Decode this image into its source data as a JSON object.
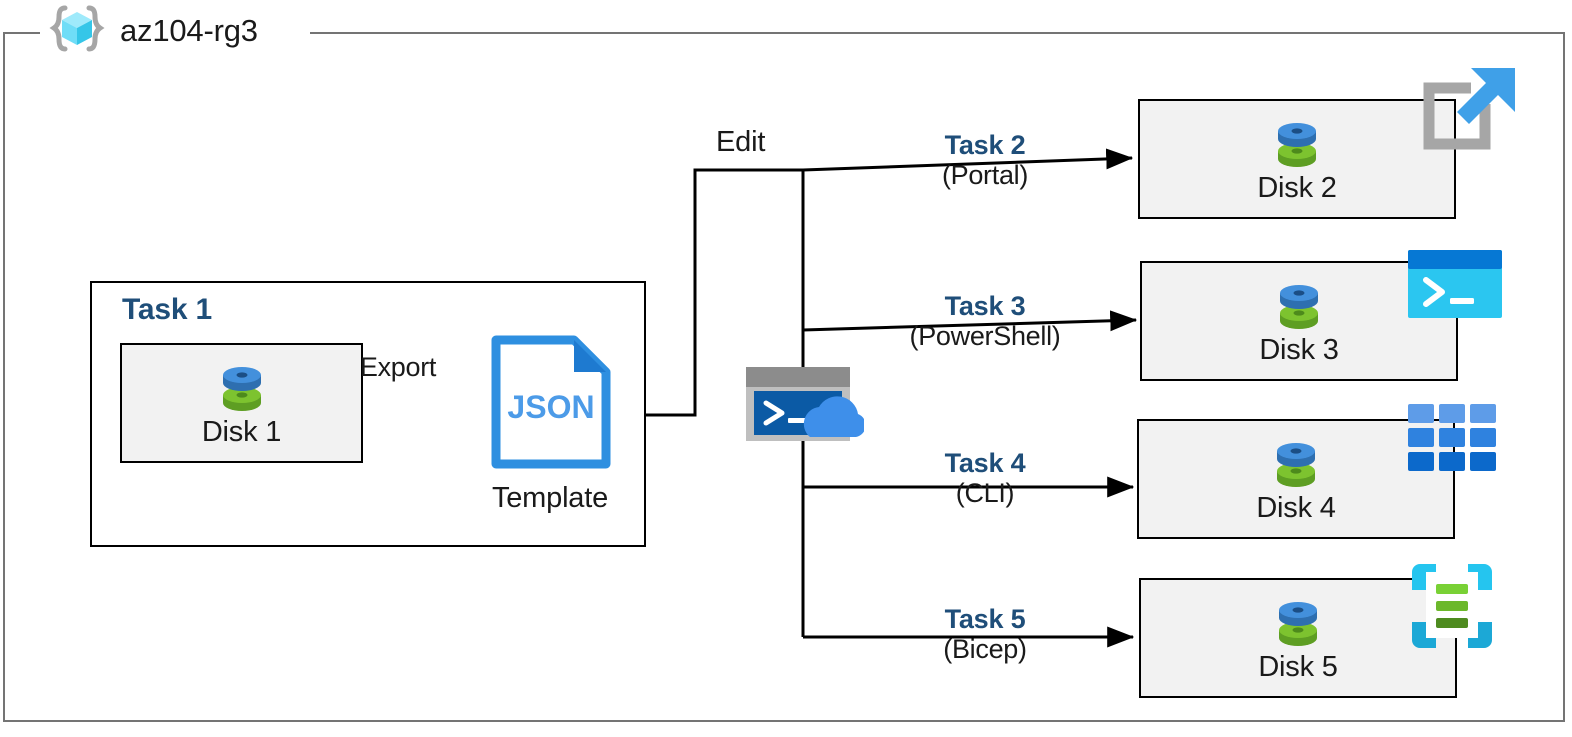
{
  "diagram": {
    "title": "az104-rg3",
    "resource_group_icon": "resource-group-cube-icon",
    "colors": {
      "task_label": "#1F4E79",
      "box_fill": "#F2F2F2",
      "box_border": "#000000",
      "frame_border": "#747474",
      "disk_blue": "#3E8BD6",
      "disk_green": "#6CB32B",
      "json_blue": "#2E8FE0",
      "portal_blue": "#3FA0E8",
      "powershell_cyan": "#2BC6F0",
      "cli_blue": "#2E7CD6",
      "bicep_cyan": "#25C5EF",
      "bicep_green": "#6CBE2B"
    }
  },
  "source": {
    "task_label": "Task 1",
    "disk": {
      "label": "Disk 1",
      "icon": "disk-icon"
    },
    "export_arrow_label": "Export",
    "template": {
      "icon": "json-file-icon",
      "icon_text": "JSON",
      "label": "Template"
    }
  },
  "edit_branch": {
    "label": "Edit",
    "shell_icon": "cloud-shell-icon"
  },
  "targets": [
    {
      "edge_title": "Task 2",
      "edge_sub": "(Portal)",
      "disk_label": "Disk 2",
      "disk_icon": "disk-icon",
      "tool_icon": "azure-portal-icon"
    },
    {
      "edge_title": "Task 3",
      "edge_sub": "(PowerShell)",
      "disk_label": "Disk 3",
      "disk_icon": "disk-icon",
      "tool_icon": "powershell-terminal-icon"
    },
    {
      "edge_title": "Task 4",
      "edge_sub": "(CLI)",
      "disk_label": "Disk 4",
      "disk_icon": "disk-icon",
      "tool_icon": "azure-cli-grid-icon"
    },
    {
      "edge_title": "Task 5",
      "edge_sub": "(Bicep)",
      "disk_label": "Disk 5",
      "disk_icon": "disk-icon",
      "tool_icon": "bicep-icon"
    }
  ]
}
